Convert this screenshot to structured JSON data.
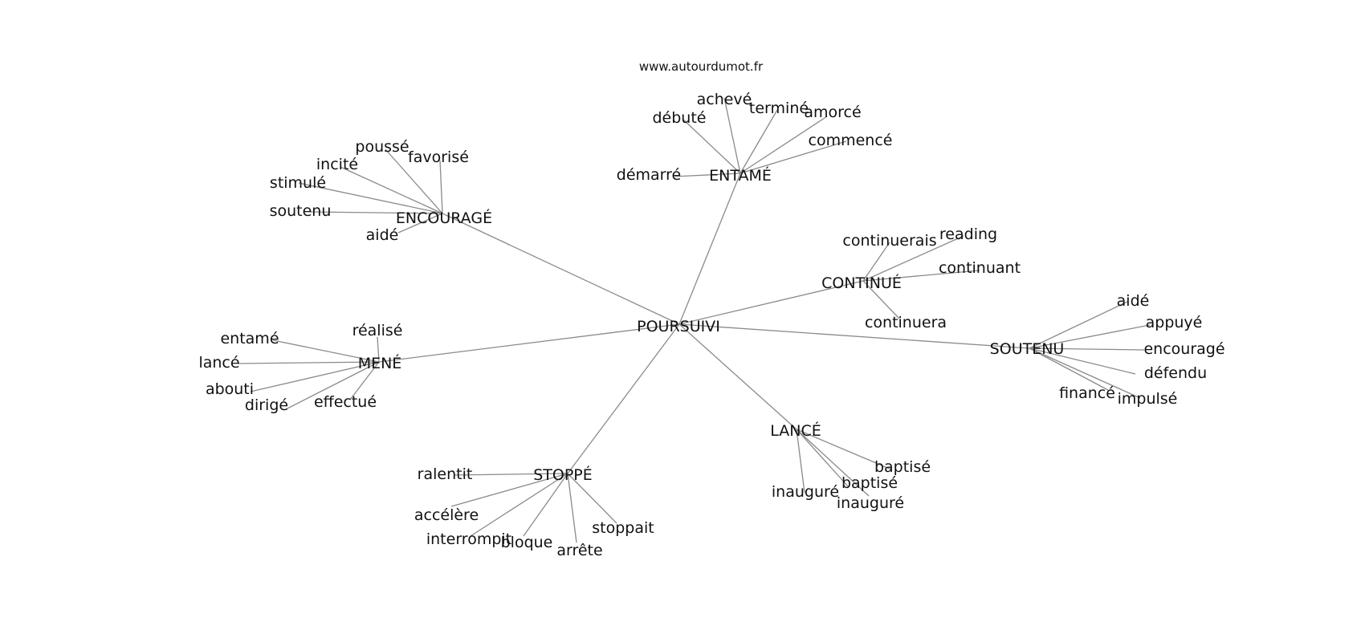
{
  "source_credit": "www.autourdumot.fr",
  "colors": {
    "edge": "#8a8a8a",
    "text": "#111111",
    "background": "#ffffff"
  },
  "graph": {
    "root": "POURSUIVI",
    "clusters": [
      {
        "hub": "ENTAMÉ",
        "leaves": [
          "achevé",
          "débuté",
          "terminé",
          "amorcé",
          "commencé",
          "démarré"
        ]
      },
      {
        "hub": "ENCOURAGÉ",
        "leaves": [
          "poussé",
          "favorisé",
          "incité",
          "stimulé",
          "soutenu",
          "aidé"
        ]
      },
      {
        "hub": "CONTINUÉ",
        "leaves": [
          "continuerais",
          "reading",
          "continuant",
          "continuera"
        ]
      },
      {
        "hub": "MENÉ",
        "leaves": [
          "réalisé",
          "entamé",
          "lancé",
          "abouti",
          "dirigé",
          "effectué"
        ]
      },
      {
        "hub": "SOUTENU",
        "leaves": [
          "aidé",
          "appuyé",
          "encouragé",
          "défendu",
          "financé",
          "impulsé"
        ]
      },
      {
        "hub": "LANCÉ",
        "leaves": [
          "baptisé",
          "baptisé",
          "inauguré",
          "inauguré"
        ]
      },
      {
        "hub": "STOPPÉ",
        "leaves": [
          "ralentit",
          "accélère",
          "interrompit",
          "bloque",
          "arrête",
          "stoppait"
        ]
      }
    ]
  }
}
